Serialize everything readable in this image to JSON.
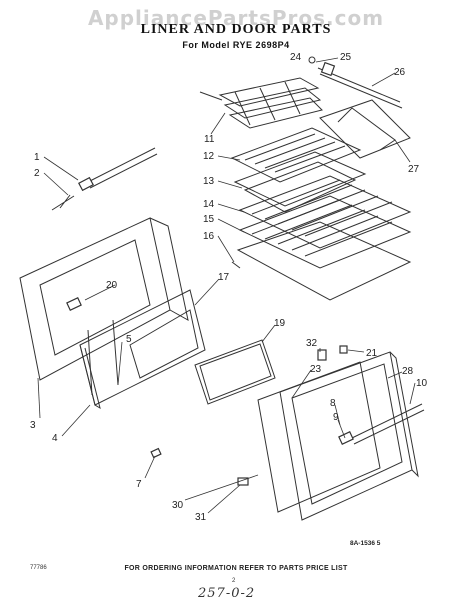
{
  "watermark": "AppliancePartsPros.com",
  "title": "LINER AND DOOR PARTS",
  "model": "For Model RYE 2698P4",
  "reference": "8A-1536 5",
  "footer": "FOR ORDERING INFORMATION REFER TO PARTS PRICE LIST",
  "code": "77786",
  "page_number": "2",
  "handwritten": "257-0-2",
  "callouts": [
    "1",
    "2",
    "3",
    "4",
    "5",
    "7",
    "8",
    "9",
    "10",
    "11",
    "12",
    "13",
    "14",
    "15",
    "16",
    "17",
    "19",
    "20",
    "21",
    "23",
    "24",
    "25",
    "26",
    "27",
    "28",
    "30",
    "31",
    "32"
  ]
}
